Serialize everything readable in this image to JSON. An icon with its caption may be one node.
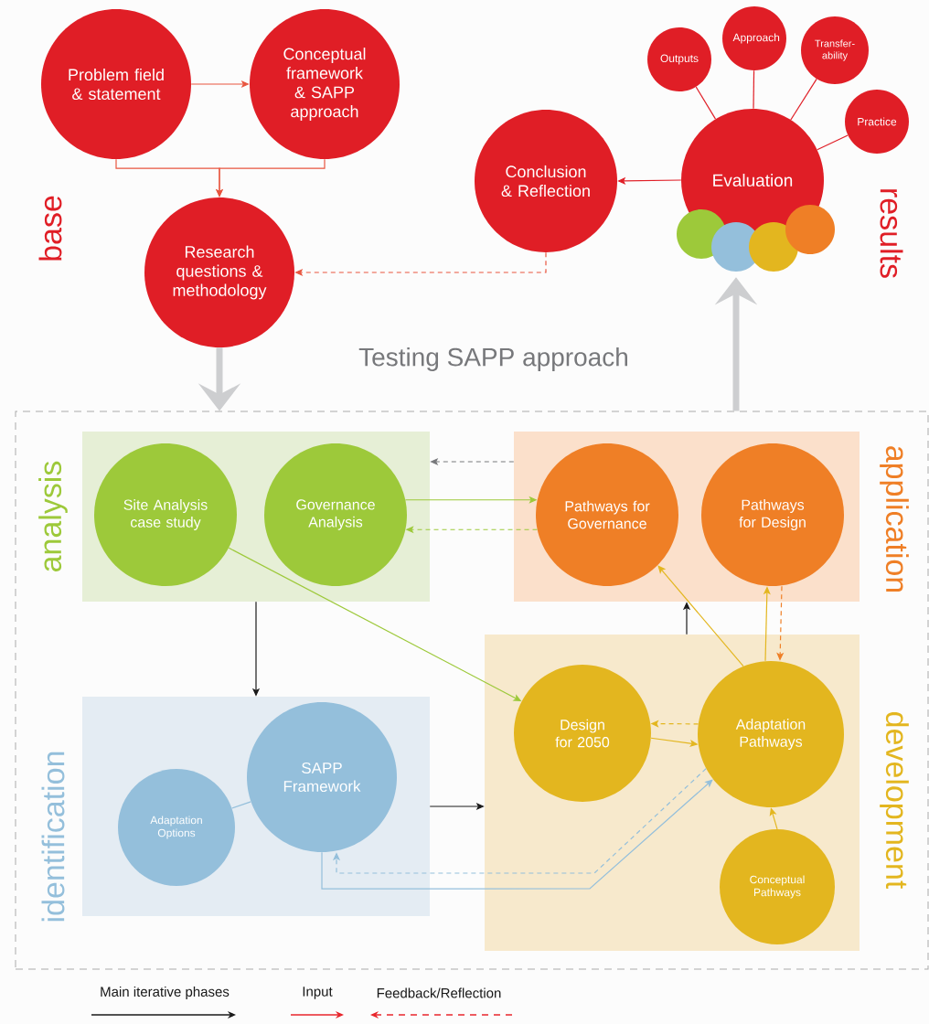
{
  "diagram": {
    "nodes": [
      {
        "text": [
          "Problem field & statement"
        ]
      },
      {
        "text": [
          "Conceptual framework & SAPP approach"
        ]
      },
      {
        "text": [
          "Research questions & methodology"
        ]
      },
      {
        "text": [
          "Conclusion & Reflection"
        ]
      },
      {
        "text": [
          "Evaluation"
        ]
      },
      {
        "text": [
          "Outputs"
        ]
      },
      {
        "text": [
          "Approach"
        ]
      },
      {
        "text": [
          "Transfer-ability"
        ]
      },
      {
        "text": [
          "Practice"
        ]
      },
      {
        "text": [],
        "shape": "circle"
      },
      {
        "text": [],
        "shape": "circle"
      },
      {
        "text": [],
        "shape": "circle"
      },
      {
        "text": [],
        "shape": "circle"
      },
      {
        "text": [
          "Testing SAPP approach"
        ]
      },
      {
        "text": [
          "analysis"
        ],
        "in": 13
      },
      {
        "text": [
          "Site Analysis case study"
        ],
        "in": 14
      },
      {
        "text": [
          "Governance Analysis"
        ],
        "in": 14
      },
      {
        "text": [
          "application"
        ],
        "in": 13
      },
      {
        "text": [
          "Pathways for Governance"
        ],
        "in": 17
      },
      {
        "text": [
          "Pathways for Design"
        ],
        "in": 17
      },
      {
        "text": [
          "identification"
        ],
        "in": 13
      },
      {
        "text": [
          "Adaptation Options"
        ],
        "in": 20
      },
      {
        "text": [
          "SAPP Framework"
        ],
        "in": 20
      },
      {
        "text": [
          "development"
        ],
        "in": 13
      },
      {
        "text": [
          "Design for 2050"
        ],
        "in": 23
      },
      {
        "text": [
          "Adaptation Pathways"
        ],
        "in": 23
      },
      {
        "text": [
          "Conceptual Pathways"
        ],
        "in": 23
      }
    ],
    "edges": [
      {
        "from": 0,
        "to": 1,
        "arrow": "to",
        "color": "#e8553f"
      },
      {
        "from": 0,
        "to": 2,
        "arrow": "to",
        "color": "#e8553f"
      },
      {
        "from": 1,
        "to": 2,
        "arrow": "to",
        "color": "#e8553f"
      },
      {
        "from": 3,
        "to": 2,
        "arrow": "to",
        "style": "dashed",
        "color": "#e8553f"
      },
      {
        "from": 4,
        "to": 3,
        "arrow": "to",
        "color": "#e01e26"
      },
      {
        "from": 5,
        "to": 4,
        "arrow": "none",
        "color": "#e01e26"
      },
      {
        "from": 6,
        "to": 4,
        "arrow": "none",
        "color": "#e01e26"
      },
      {
        "from": 7,
        "to": 4,
        "arrow": "none",
        "color": "#e01e26"
      },
      {
        "from": 8,
        "to": 4,
        "arrow": "none",
        "color": "#e01e26"
      },
      {
        "from": 2,
        "to": 13,
        "arrow": "to",
        "style": "thick",
        "color": "#cdced0"
      },
      {
        "from": 13,
        "to": 10,
        "arrow": "to",
        "style": "thick",
        "color": "#cdced0"
      },
      {
        "from": 17,
        "to": 14,
        "arrow": "to",
        "style": "dashed",
        "color": "#77787b"
      },
      {
        "from": 16,
        "to": 18,
        "arrow": "to",
        "color": "#9dc93a"
      },
      {
        "from": 18,
        "to": 16,
        "arrow": "to",
        "style": "dashed",
        "color": "#9dc93a"
      },
      {
        "from": 15,
        "to": 24,
        "arrow": "to",
        "color": "#9dc93a"
      },
      {
        "from": 14,
        "to": 20,
        "arrow": "to",
        "color": "#1a1a1a"
      },
      {
        "from": 20,
        "to": 23,
        "arrow": "to",
        "color": "#1a1a1a"
      },
      {
        "from": 23,
        "to": 17,
        "arrow": "to",
        "color": "#1a1a1a"
      },
      {
        "from": 25,
        "to": 18,
        "arrow": "to",
        "color": "#e3b61f"
      },
      {
        "from": 25,
        "to": 19,
        "arrow": "to",
        "color": "#e3b61f"
      },
      {
        "from": 19,
        "to": 25,
        "arrow": "to",
        "style": "dashed",
        "color": "#ef7f26"
      },
      {
        "from": 25,
        "to": 24,
        "arrow": "to",
        "style": "dashed",
        "color": "#e3b61f"
      },
      {
        "from": 24,
        "to": 25,
        "arrow": "to",
        "color": "#e3b61f"
      },
      {
        "from": 26,
        "to": 25,
        "arrow": "to",
        "color": "#e3b61f"
      },
      {
        "from": 21,
        "to": 22,
        "arrow": "none",
        "color": "#94bfdb"
      },
      {
        "from": 22,
        "to": 25,
        "arrow": "to",
        "color": "#94bfdb"
      },
      {
        "from": 25,
        "to": 22,
        "arrow": "to",
        "style": "dashed",
        "color": "#94bfdb"
      }
    ],
    "labels": [
      "base",
      "results"
    ],
    "legend": [
      {
        "text": "Main iterative phases"
      },
      {
        "text": "Input"
      },
      {
        "text": "Feedback/Reflection"
      }
    ]
  }
}
